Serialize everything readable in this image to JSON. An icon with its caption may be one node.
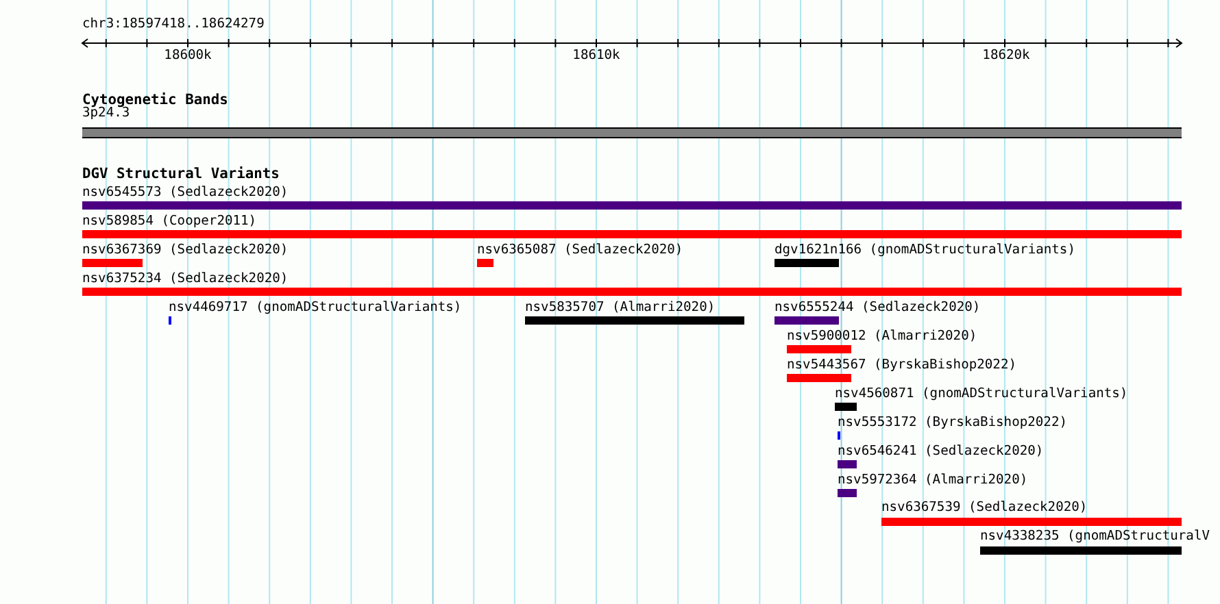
{
  "diagram": {
    "labels": [
      "chr3:18597418..18624279",
      "18600k",
      "18610k",
      "18620k",
      "Cytogenetic Bands",
      "DGV Structural Variants"
    ],
    "nodes": [
      {
        "text": [
          "3p24.3"
        ]
      },
      {
        "text": [
          "nsv6545573 (Sedlazeck2020)"
        ]
      },
      {
        "text": [
          "nsv589854 (Cooper2011)"
        ]
      },
      {
        "text": [
          "nsv6367369 (Sedlazeck2020)"
        ]
      },
      {
        "text": [
          "nsv6365087 (Sedlazeck2020)"
        ]
      },
      {
        "text": [
          "dgv1621n166 (gnomADStructuralVariants)"
        ]
      },
      {
        "text": [
          "nsv6375234 (Sedlazeck2020)"
        ]
      },
      {
        "text": [
          "nsv4469717 (gnomADStructuralVariants)"
        ]
      },
      {
        "text": [
          "nsv5835707 (Almarri2020)"
        ]
      },
      {
        "text": [
          "nsv6555244 (Sedlazeck2020)"
        ]
      },
      {
        "text": [
          "nsv5900012 (Almarri2020)"
        ]
      },
      {
        "text": [
          "nsv5443567 (ByrskaBishop2022)"
        ]
      },
      {
        "text": [
          "nsv4560871 (gnomADStructuralVariants)"
        ]
      },
      {
        "text": [
          "nsv5553172 (ByrskaBishop2022)"
        ]
      },
      {
        "text": [
          "nsv6546241 (Sedlazeck2020)"
        ]
      },
      {
        "text": [
          "nsv5972364 (Almarri2020)"
        ]
      },
      {
        "text": [
          "nsv6367539 (Sedlazeck2020)"
        ]
      },
      {
        "text": [
          "nsv4338235 (gnomADStructuralV"
        ]
      }
    ]
  }
}
